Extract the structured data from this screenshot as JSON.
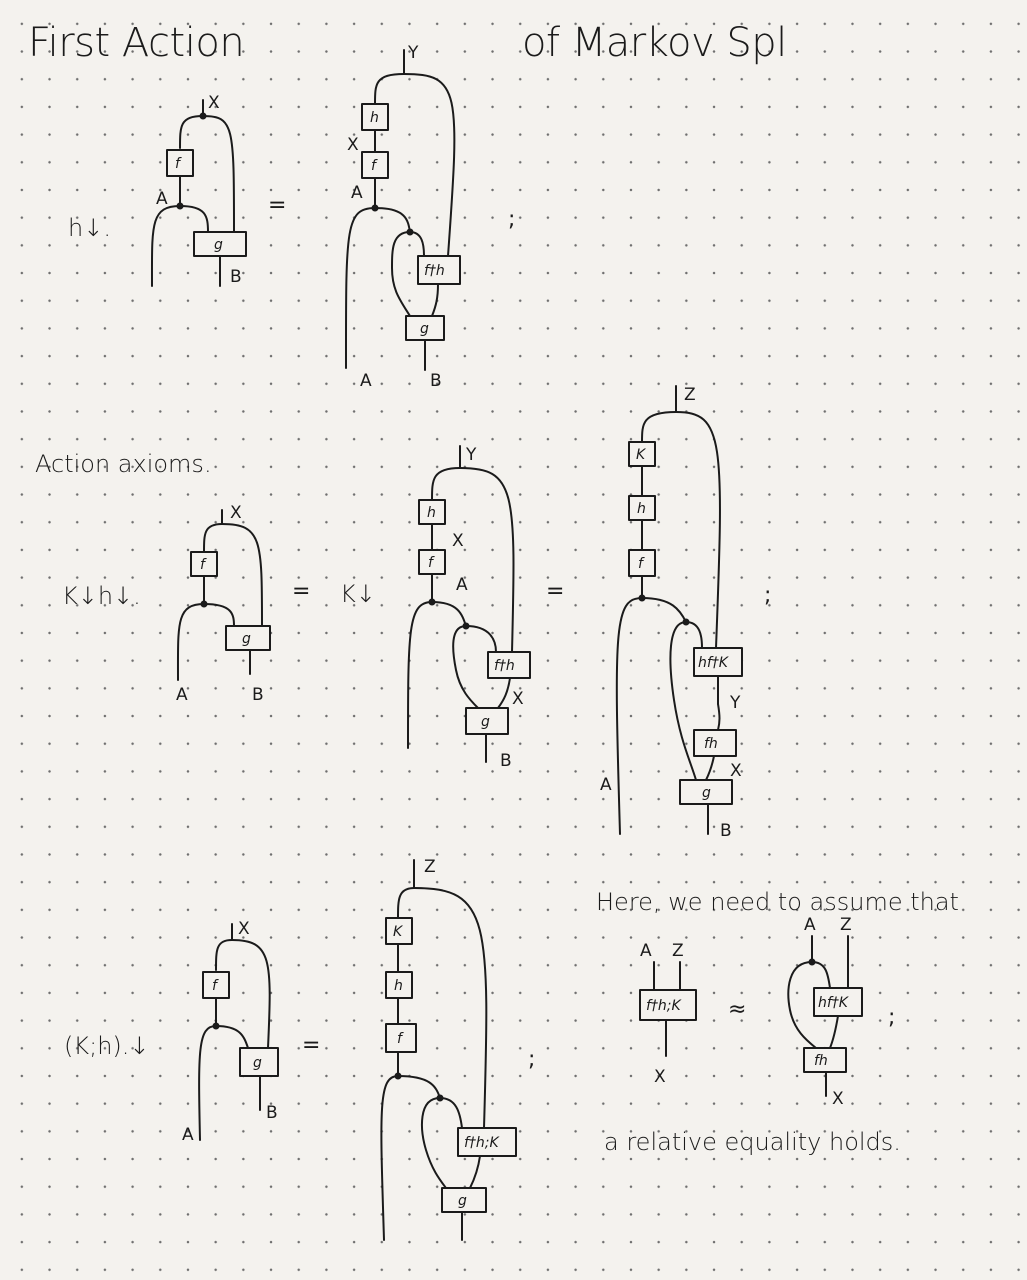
{
  "title": {
    "left": "First Action",
    "right": "of Markov Spl"
  },
  "section1": {
    "operator": "h↓.",
    "equals": "=",
    "separator": ";",
    "lhs_labels": {
      "top": "X",
      "mid": "A",
      "bottom_right": "B"
    },
    "lhs_boxes": [
      "f",
      "g"
    ],
    "rhs_labels": {
      "top": "Y",
      "x": "X",
      "a": "A",
      "bottom_left": "A",
      "bottom_right": "B"
    },
    "rhs_boxes": [
      "h",
      "f",
      "f†h",
      "g"
    ]
  },
  "section2": {
    "heading": "Action axioms.",
    "operator_lhs": "K↓h↓.",
    "equals": "=",
    "operator_mid": "K↓",
    "separator": ";",
    "lhs_labels": {
      "top": "X",
      "bottom_left": "A",
      "bottom_right": "B"
    },
    "lhs_boxes": [
      "f",
      "g"
    ],
    "mid_labels": {
      "top": "Y",
      "x": "X",
      "a": "A",
      "x2": "X",
      "b": "B"
    },
    "mid_boxes": [
      "h",
      "f",
      "f†h",
      "g"
    ],
    "rhs_labels": {
      "top": "Z",
      "y": "Y",
      "x": "X",
      "a": "A",
      "b": "B"
    },
    "rhs_boxes": [
      "K",
      "h",
      "f",
      "hf†K",
      "fh",
      "g"
    ]
  },
  "section3": {
    "operator": "(K;h).↓",
    "equals": "=",
    "separator": ";",
    "lhs_labels": {
      "top": "X",
      "bottom_left": "A",
      "bottom_right": "B"
    },
    "lhs_boxes": [
      "f",
      "g"
    ],
    "rhs_labels": {
      "top": "Z"
    },
    "rhs_boxes": [
      "K",
      "h",
      "f",
      "f†h;K",
      "g"
    ]
  },
  "assumption": {
    "text": "Here, we need to assume that",
    "left_labels": {
      "a": "A",
      "z": "Z",
      "x": "X"
    },
    "left_box": "f†h;K",
    "approx": "≈",
    "right_labels": {
      "a": "A",
      "z": "Z",
      "x": "X"
    },
    "right_boxes": [
      "hf†K",
      "fh"
    ],
    "separator": ";",
    "footer": "a relative equality holds."
  }
}
